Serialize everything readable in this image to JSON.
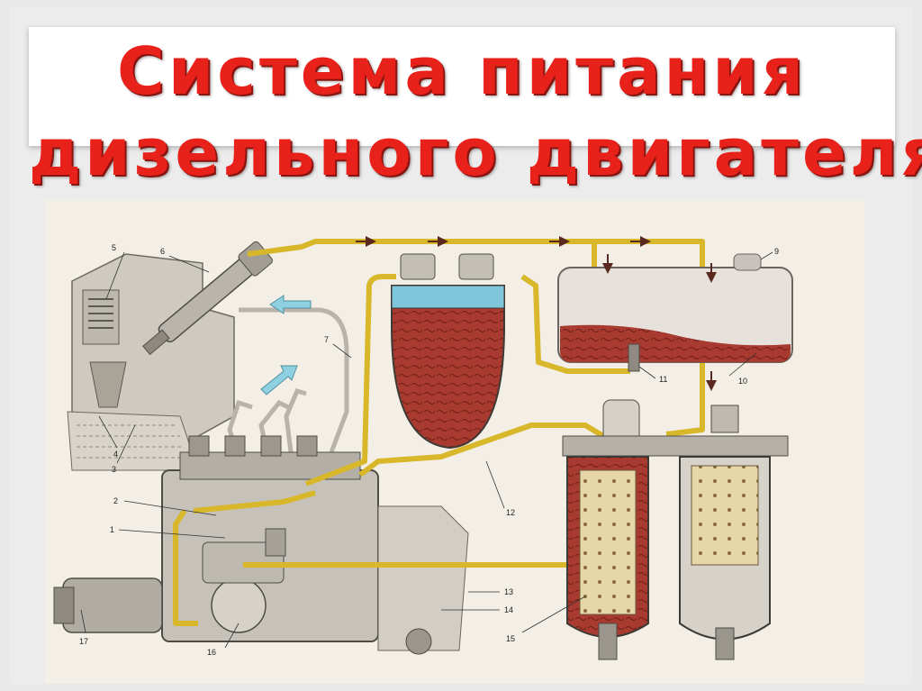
{
  "title": {
    "line1": "Система питания",
    "line2": "дизельного двигателя"
  },
  "colors": {
    "title": "#e8221b",
    "fuel_line": "#d8b82a",
    "fuel": "#a83a2f",
    "filter_element": "#e6d6a8",
    "housing": "#c9c6bf",
    "flow_arrow": "#8fd0e0"
  },
  "diagram": {
    "labels": [
      "1",
      "2",
      "3",
      "4",
      "5",
      "6",
      "7",
      "9",
      "10",
      "11",
      "12",
      "13",
      "14",
      "15",
      "16",
      "17"
    ]
  }
}
